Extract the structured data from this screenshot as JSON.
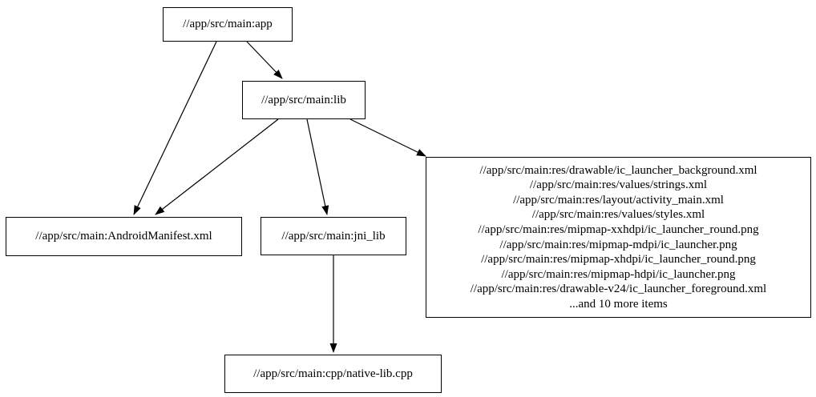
{
  "diagram": {
    "type": "dependency-graph",
    "background_color": "#ffffff",
    "node_border_color": "#000000",
    "node_fill_color": "#ffffff",
    "text_color": "#000000",
    "edge_color": "#000000",
    "nodes": {
      "app": {
        "label": "//app/src/main:app"
      },
      "lib": {
        "label": "//app/src/main:lib"
      },
      "manifest": {
        "label": "//app/src/main:AndroidManifest.xml"
      },
      "jni_lib": {
        "label": "//app/src/main:jni_lib"
      },
      "native_lib": {
        "label": "//app/src/main:cpp/native-lib.cpp"
      },
      "resources": {
        "lines": [
          "//app/src/main:res/drawable/ic_launcher_background.xml",
          "//app/src/main:res/values/strings.xml",
          "//app/src/main:res/layout/activity_main.xml",
          "//app/src/main:res/values/styles.xml",
          "//app/src/main:res/mipmap-xxhdpi/ic_launcher_round.png",
          "//app/src/main:res/mipmap-mdpi/ic_launcher.png",
          "//app/src/main:res/mipmap-xhdpi/ic_launcher_round.png",
          "//app/src/main:res/mipmap-hdpi/ic_launcher.png",
          "//app/src/main:res/drawable-v24/ic_launcher_foreground.xml",
          "...and 10 more items"
        ]
      }
    },
    "edges": [
      {
        "from": "app",
        "to": "manifest"
      },
      {
        "from": "app",
        "to": "lib"
      },
      {
        "from": "lib",
        "to": "manifest"
      },
      {
        "from": "lib",
        "to": "jni_lib"
      },
      {
        "from": "lib",
        "to": "resources"
      },
      {
        "from": "jni_lib",
        "to": "native_lib"
      }
    ]
  }
}
